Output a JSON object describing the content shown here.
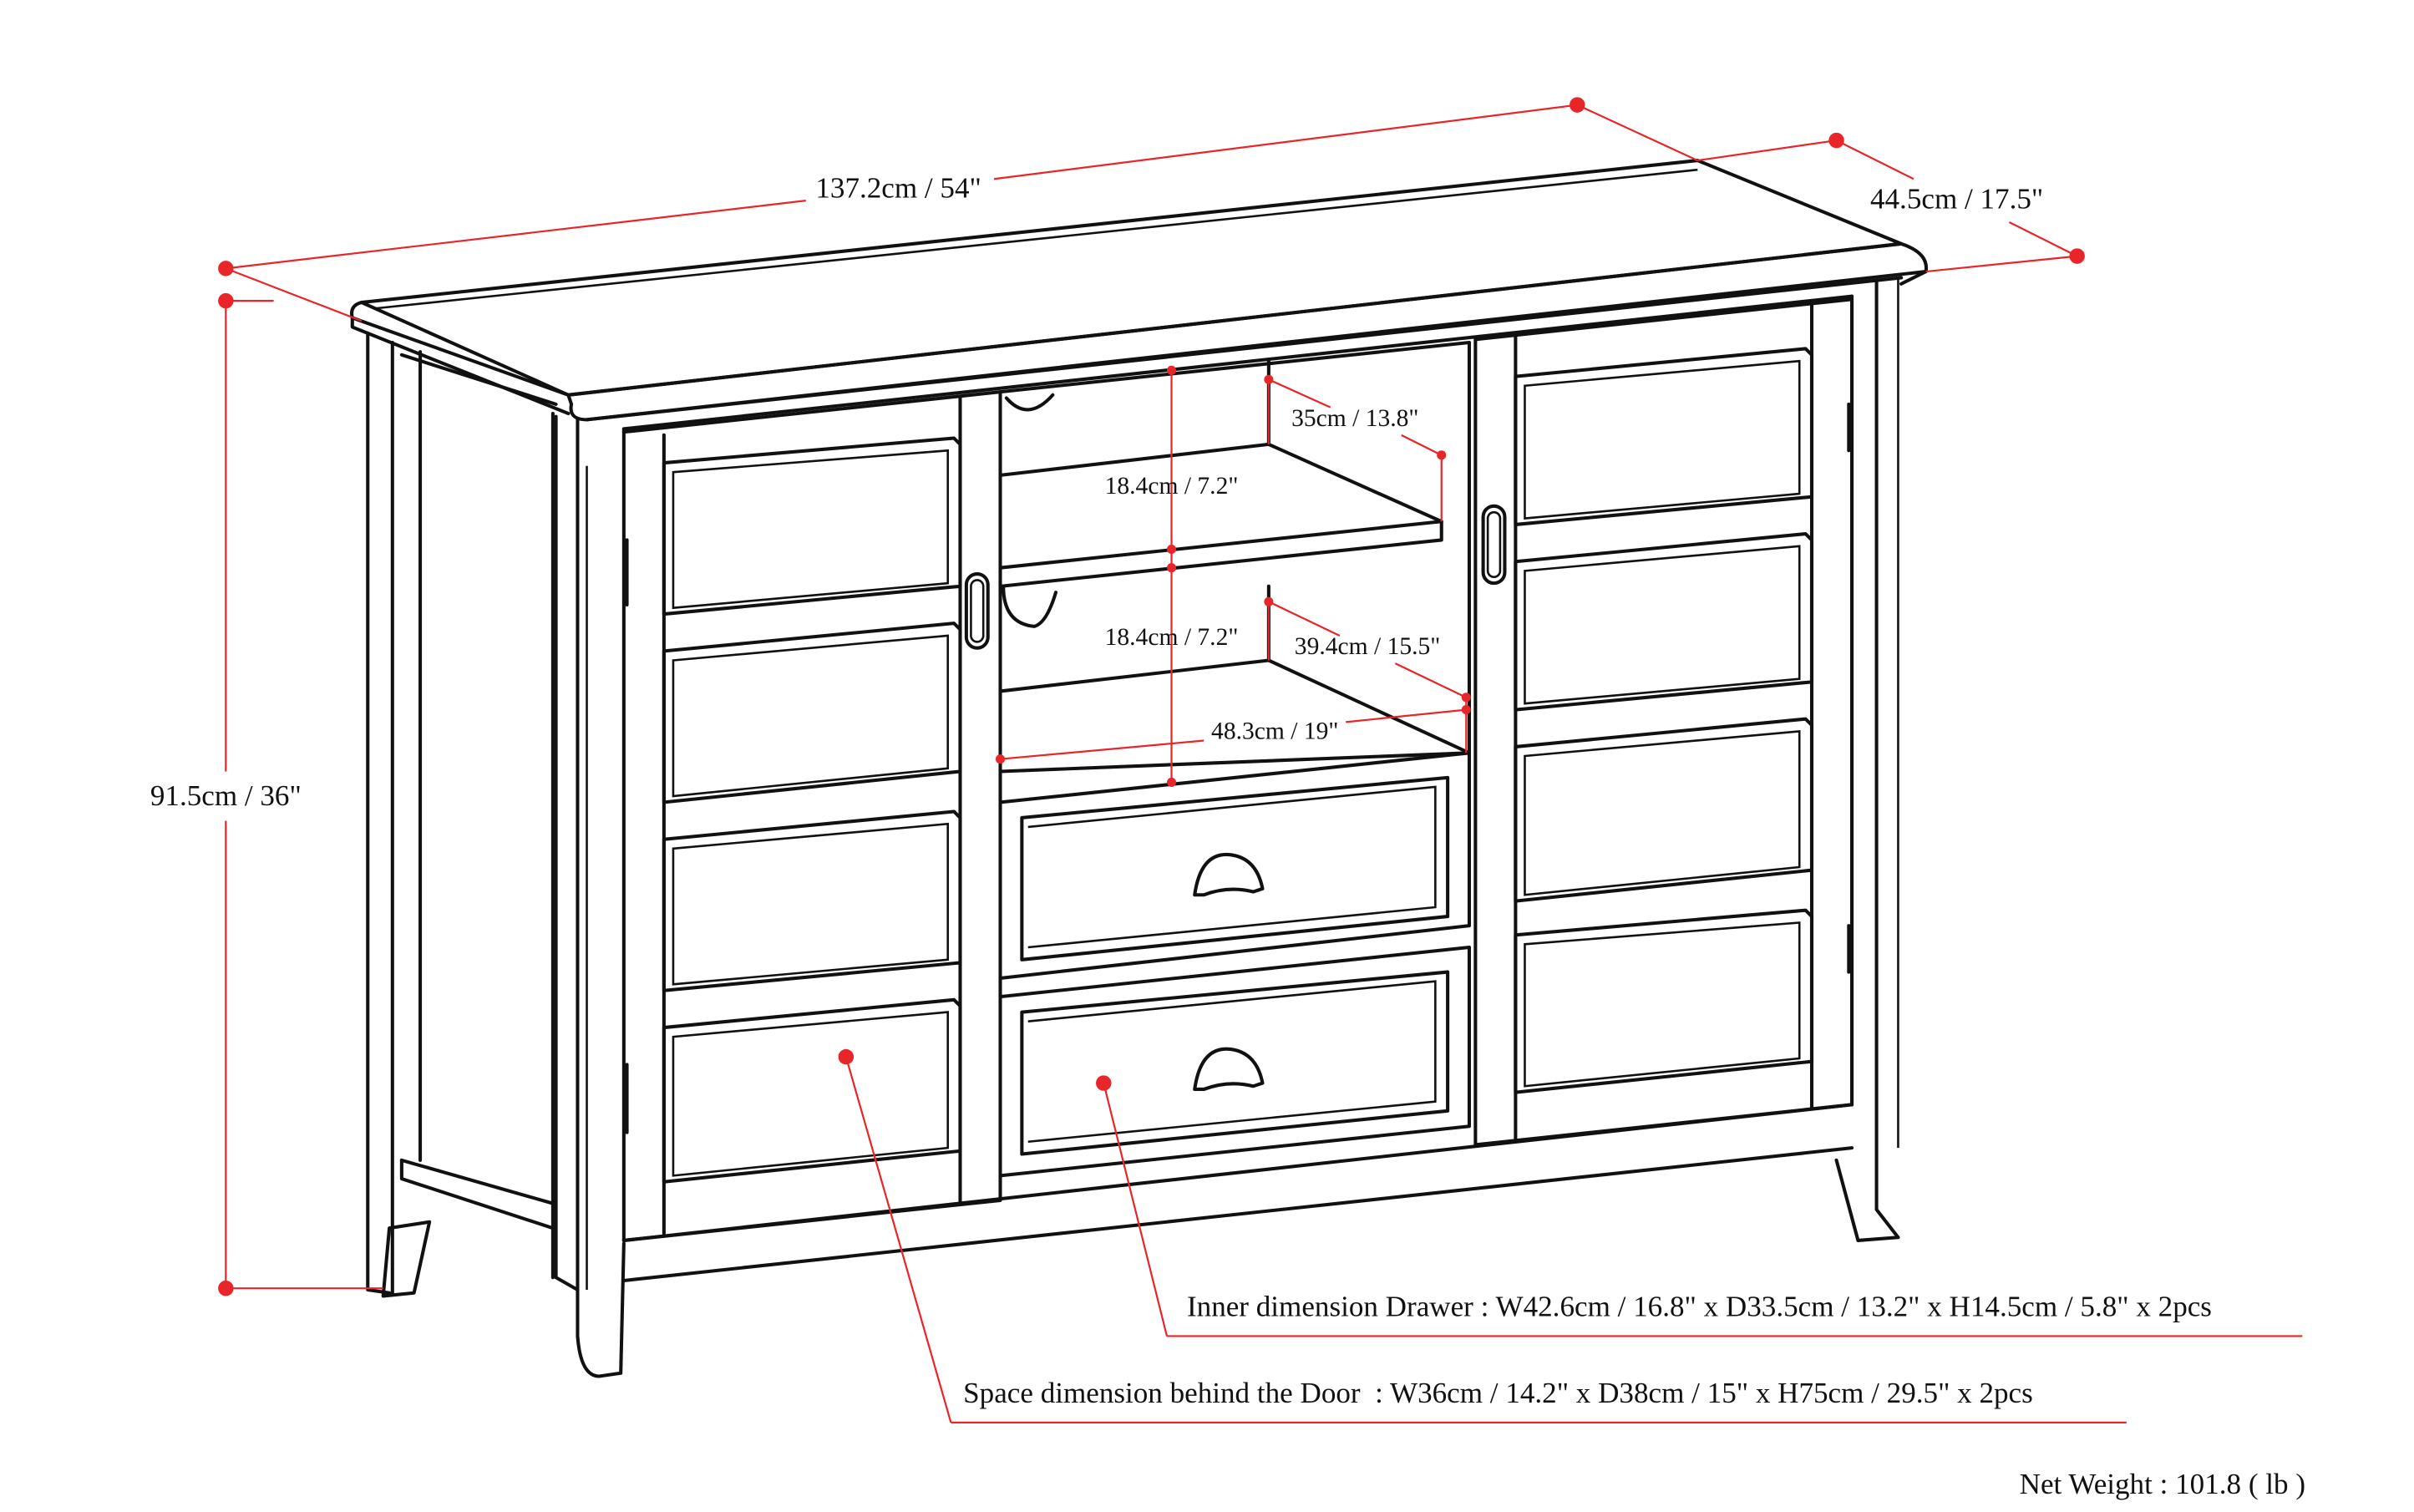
{
  "diagram": {
    "subject": "Tall TV media stand cabinet with two side doors, two open shelves and two drawers",
    "colors": {
      "line": "#111111",
      "dimension": "#e8262a",
      "background": "#ffffff"
    }
  },
  "dimensions": {
    "width": "137.2cm / 54\"",
    "depth": "44.5cm / 17.5\"",
    "height": "91.5cm / 36\"",
    "upper_shelf_depth": "35cm / 13.8\"",
    "upper_opening_height": "18.4cm / 7.2\"",
    "lower_opening_height": "18.4cm / 7.2\"",
    "lower_shelf_depth": "39.4cm / 15.5\"",
    "center_opening_width": "48.3cm / 19\""
  },
  "notes": {
    "drawer": "Inner dimension Drawer : W42.6cm / 16.8\" x D33.5cm / 13.2\" x H14.5cm / 5.8\" x 2pcs",
    "door": "Space dimension behind the Door  : W36cm / 14.2\" x D38cm / 15\" x H75cm / 29.5\" x 2pcs",
    "net_weight": "Net Weight : 101.8 ( lb )"
  }
}
